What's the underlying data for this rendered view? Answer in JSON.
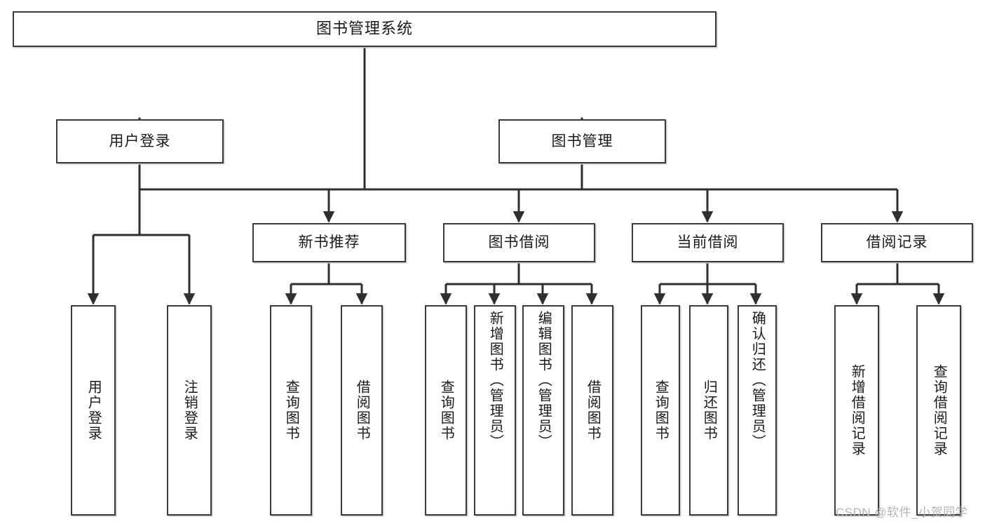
{
  "diagram": {
    "type": "tree",
    "title": "图书管理系统",
    "root": {
      "label": "图书管理系统"
    },
    "level2": [
      {
        "label": "用户登录"
      },
      {
        "label": "图书管理"
      }
    ],
    "level3": [
      {
        "label": "新书推荐"
      },
      {
        "label": "图书借阅"
      },
      {
        "label": "当前借阅"
      },
      {
        "label": "借阅记录"
      }
    ],
    "leaves": {
      "user_login": [
        {
          "label": "用户登录"
        },
        {
          "label": "注销登录"
        }
      ],
      "new_book_recommend": [
        {
          "label": "查询图书"
        },
        {
          "label": "借阅图书"
        }
      ],
      "book_borrow": [
        {
          "label": "查询图书"
        },
        {
          "label": "新增图书（管理员）"
        },
        {
          "label": "编辑图书（管理员）"
        },
        {
          "label": "借阅图书"
        }
      ],
      "current_borrow": [
        {
          "label": "查询图书"
        },
        {
          "label": "归还图书"
        },
        {
          "label": "确认归还（管理员）"
        }
      ],
      "borrow_record": [
        {
          "label": "新增借阅记录"
        },
        {
          "label": "查询借阅记录"
        }
      ]
    }
  },
  "watermark": {
    "text": "CSDN @软件_小贺同学"
  },
  "colors": {
    "background": "#ffffff",
    "box_border": "#3a3a3a",
    "box_shadow": "#c9c9c9",
    "connector": "#2e2e2e",
    "text": "#1a1a1a",
    "watermark": "#b4b4b4"
  }
}
